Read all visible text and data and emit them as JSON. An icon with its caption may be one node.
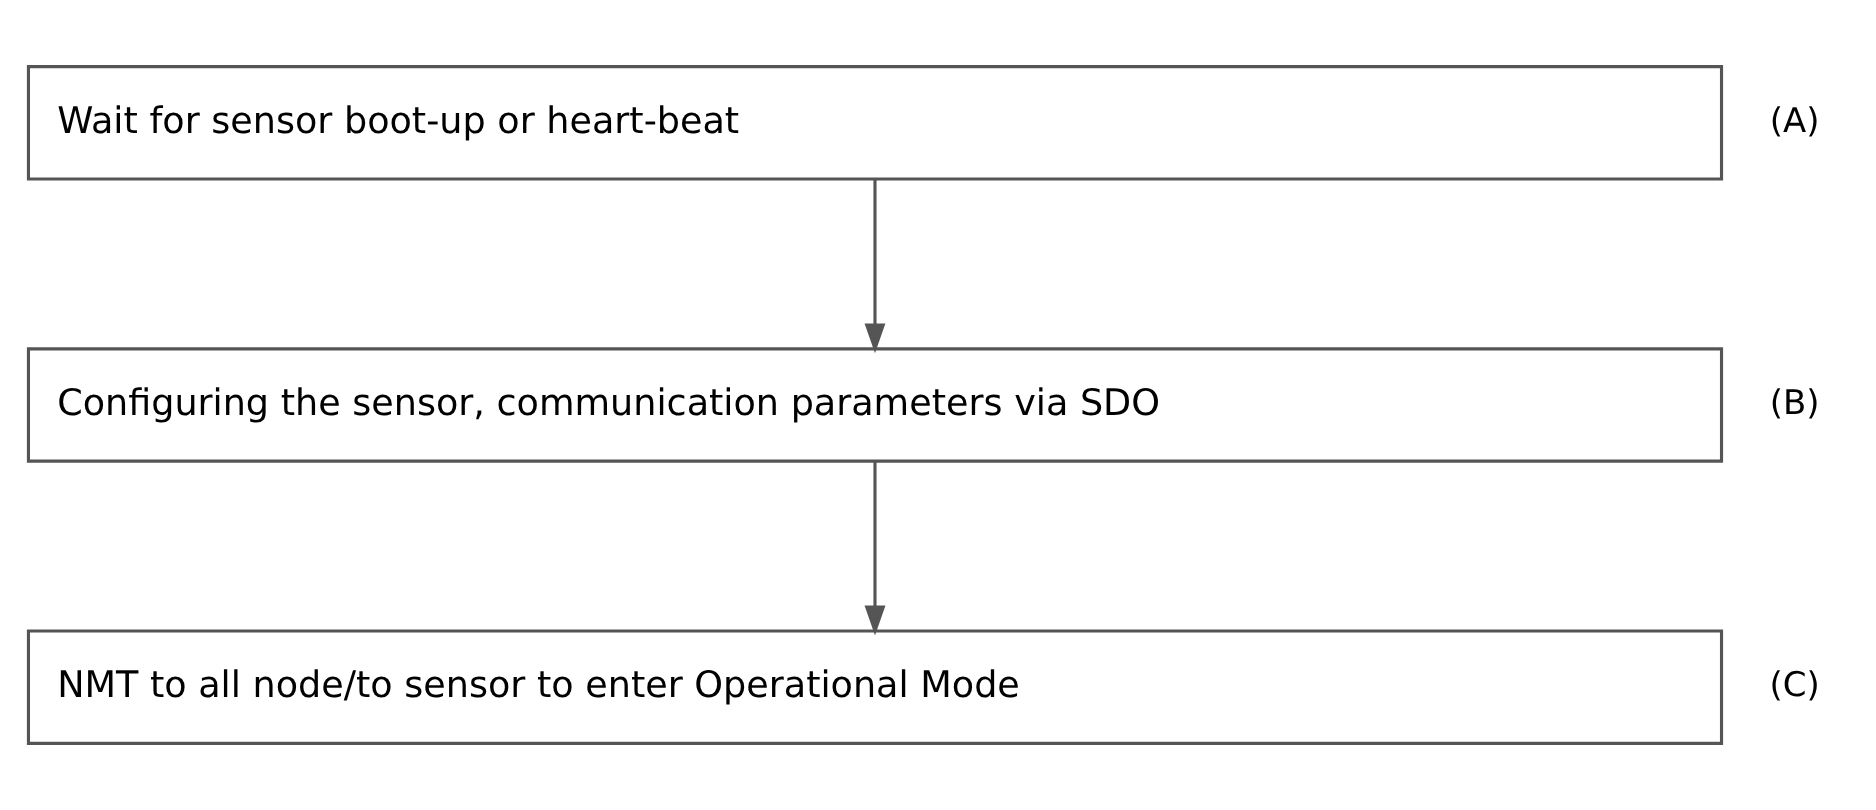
{
  "diagram": {
    "nodes": [
      {
        "text": [
          "Wait for sensor boot-up or heart-beat"
        ],
        "beside": [
          "(A)"
        ]
      },
      {
        "text": [
          "Configuring the sensor, communication parameters via SDO"
        ],
        "beside": [
          "(B)"
        ]
      },
      {
        "text": [
          "NMT to all node/to sensor to enter Operational Mode"
        ],
        "beside": [
          "(C)"
        ]
      }
    ],
    "edges": [
      {
        "from": 0,
        "to": 1,
        "arrow": "to"
      },
      {
        "from": 1,
        "to": 2,
        "arrow": "to"
      }
    ]
  }
}
